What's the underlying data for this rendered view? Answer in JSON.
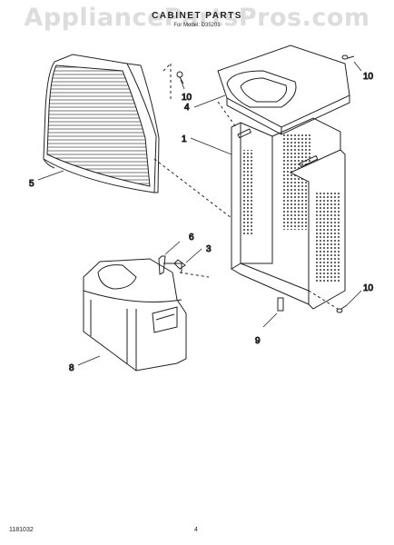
{
  "header": {
    "watermark": "AppliancePartsPros.com",
    "title": "CABINET PARTS",
    "subtitle": "For Model: D35201"
  },
  "callouts": {
    "c1": "1",
    "c3": "3",
    "c4": "4",
    "c5": "5",
    "c6": "6",
    "c8": "8",
    "c9": "9",
    "c10a": "10",
    "c10b": "10",
    "c10c": "10"
  },
  "footer": {
    "doc_number": "1181032",
    "page_number": "4"
  },
  "colors": {
    "line": "#222222",
    "paper": "#ffffff",
    "watermark": "#dddddd"
  }
}
